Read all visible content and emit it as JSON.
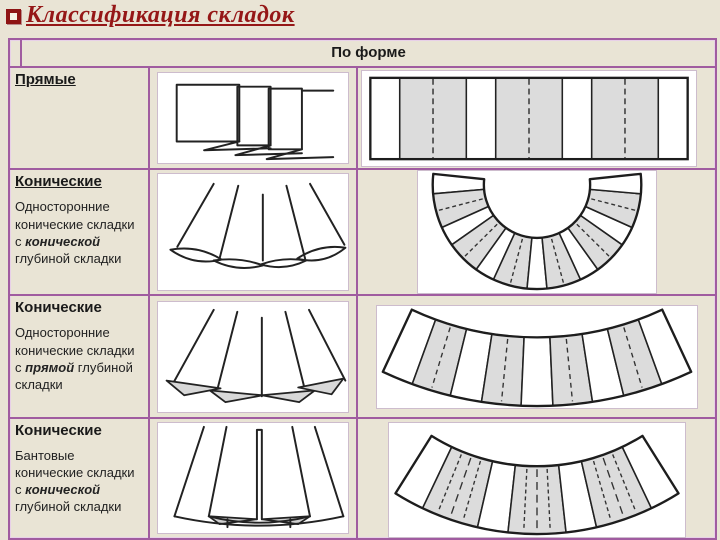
{
  "colors": {
    "background": "#e9e4d5",
    "table_border": "#a05ca0",
    "title_red": "#951717",
    "pattern_gray": "#dcdcdc",
    "line_black": "#222222"
  },
  "title": {
    "bullet_icon": "square-bullet",
    "text": "Классификация складок"
  },
  "table": {
    "header": {
      "label": "По форме"
    },
    "rows": [
      {
        "label": "Прямые",
        "desc_pre": "",
        "emph": "",
        "desc_post": ""
      },
      {
        "label": "Конические",
        "desc_pre": "Односторонние конические складки с ",
        "emph": "конической",
        "desc_post": " глубиной складки"
      },
      {
        "label": "Конические",
        "desc_pre": "Односторонние конические складки с ",
        "emph": "прямой",
        "desc_post": " глубиной складки"
      },
      {
        "label": "Конические",
        "desc_pre": "Бантовые конические складки с ",
        "emph": "конической",
        "desc_post": " глубиной складки"
      }
    ]
  },
  "diagrams": {
    "row1_side": "straight-pleats-drawing",
    "row1_pattern": "straight-pleats-strip-pattern",
    "row2_side": "conical-pleats-conical-depth-drawing",
    "row2_pattern": "semicircular-pleat-pattern",
    "row3_side": "conical-pleats-straight-depth-drawing",
    "row3_pattern": "shallow-arc-pleat-pattern",
    "row4_side": "bow-conical-pleats-drawing",
    "row4_pattern": "arc-bow-pleat-pattern"
  }
}
